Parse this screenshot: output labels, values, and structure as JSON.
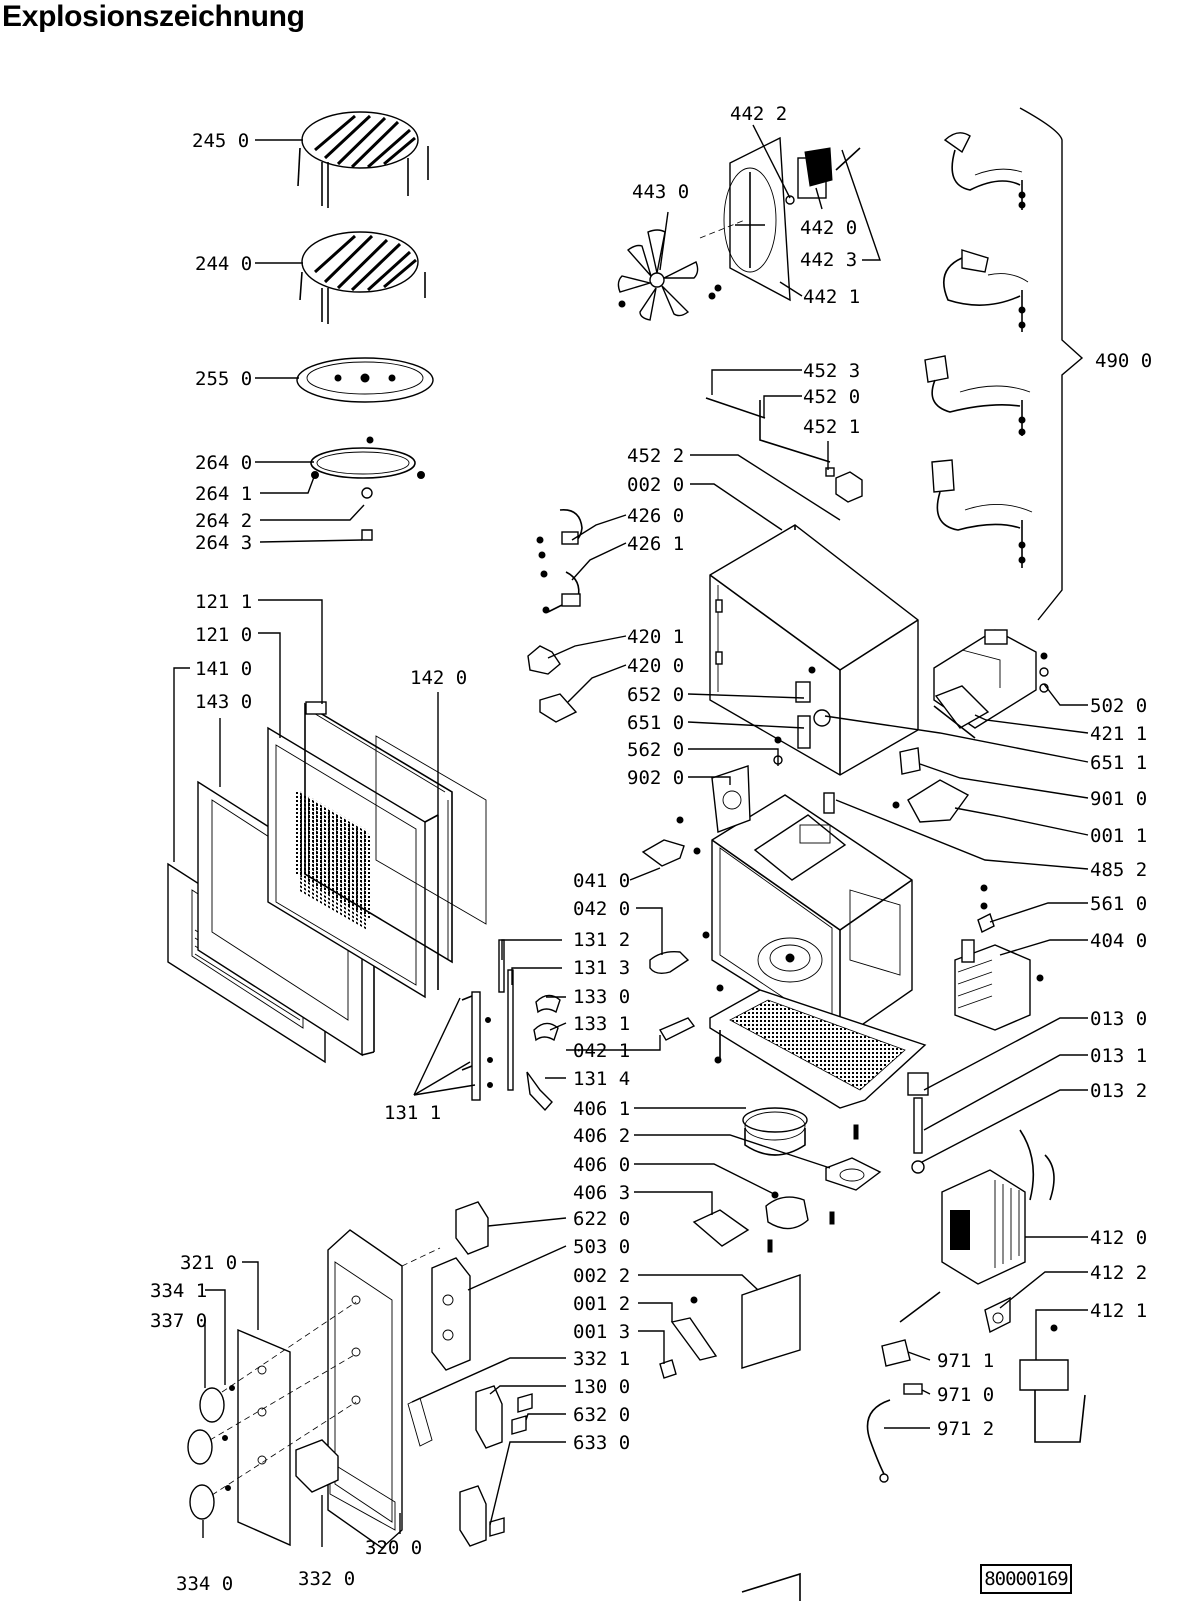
{
  "title": "Explosionszeichnung",
  "document_number": "80000169",
  "callouts": [
    "245 0",
    "244 0",
    "255 0",
    "264 0",
    "264 1",
    "264 2",
    "264 3",
    "121 1",
    "121 0",
    "141 0",
    "143 0",
    "142 0",
    "131 1",
    "131 2",
    "131 3",
    "133 0",
    "133 1",
    "042 1",
    "131 4",
    "041 0",
    "042 0",
    "406 1",
    "406 2",
    "406 0",
    "406 3",
    "321 0",
    "334 1",
    "337 0",
    "334 0",
    "332 0",
    "320 0",
    "622 0",
    "503 0",
    "002 2",
    "001 2",
    "001 3",
    "332 1",
    "130 0",
    "632 0",
    "633 0",
    "442 2",
    "443 0",
    "442 0",
    "442 3",
    "442 1",
    "452 3",
    "452 0",
    "452 1",
    "452 2",
    "002 0",
    "426 0",
    "426 1",
    "420 1",
    "420 0",
    "652 0",
    "651 0",
    "562 0",
    "902 0",
    "490 0",
    "502 0",
    "421 1",
    "651 1",
    "901 0",
    "001 1",
    "485 2",
    "561 0",
    "404 0",
    "013 0",
    "013 1",
    "013 2",
    "412 0",
    "412 2",
    "412 1",
    "971 1",
    "971 0",
    "971 2"
  ]
}
